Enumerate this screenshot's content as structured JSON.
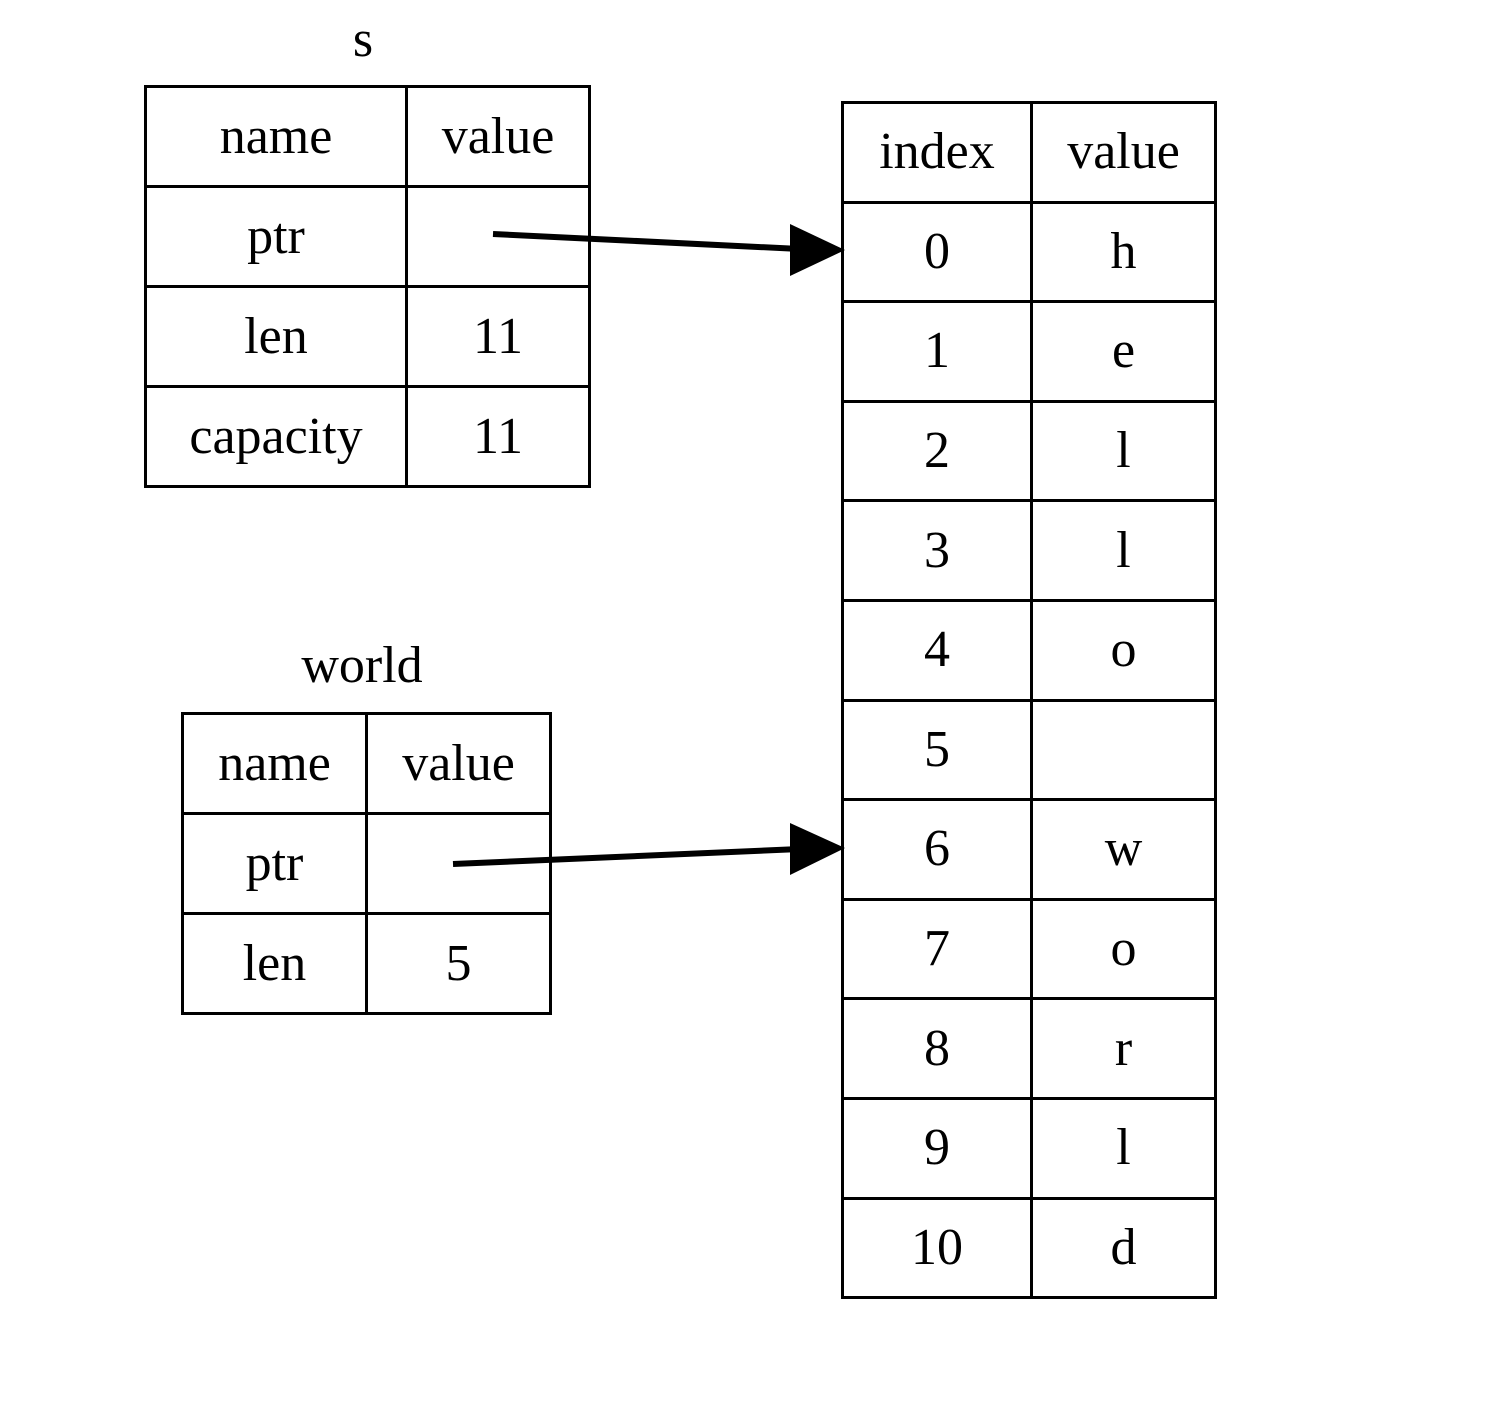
{
  "diagram": {
    "title_hint": "Rust String and string-slice memory layout",
    "background_color": "#ffffff",
    "line_color": "#000000"
  },
  "structs": [
    {
      "caption": "s",
      "headers": {
        "name": "name",
        "value": "value"
      },
      "rows": [
        {
          "name": "ptr",
          "value": ""
        },
        {
          "name": "len",
          "value": "11"
        },
        {
          "name": "capacity",
          "value": "11"
        }
      ]
    },
    {
      "caption": "world",
      "headers": {
        "name": "name",
        "value": "value"
      },
      "rows": [
        {
          "name": "ptr",
          "value": ""
        },
        {
          "name": "len",
          "value": "5"
        }
      ]
    }
  ],
  "buffer": {
    "headers": {
      "index": "index",
      "value": "value"
    },
    "rows": [
      {
        "index": "0",
        "value": "h"
      },
      {
        "index": "1",
        "value": "e"
      },
      {
        "index": "2",
        "value": "l"
      },
      {
        "index": "3",
        "value": "l"
      },
      {
        "index": "4",
        "value": "o"
      },
      {
        "index": "5",
        "value": ""
      },
      {
        "index": "6",
        "value": "w"
      },
      {
        "index": "7",
        "value": "o"
      },
      {
        "index": "8",
        "value": "r"
      },
      {
        "index": "9",
        "value": "l"
      },
      {
        "index": "10",
        "value": "d"
      }
    ]
  },
  "arrows": [
    {
      "name": "s-ptr-arrow",
      "from_label": "s.ptr",
      "to_label": "buffer index 0"
    },
    {
      "name": "world-ptr-arrow",
      "from_label": "world.ptr",
      "to_label": "buffer index 6"
    }
  ]
}
